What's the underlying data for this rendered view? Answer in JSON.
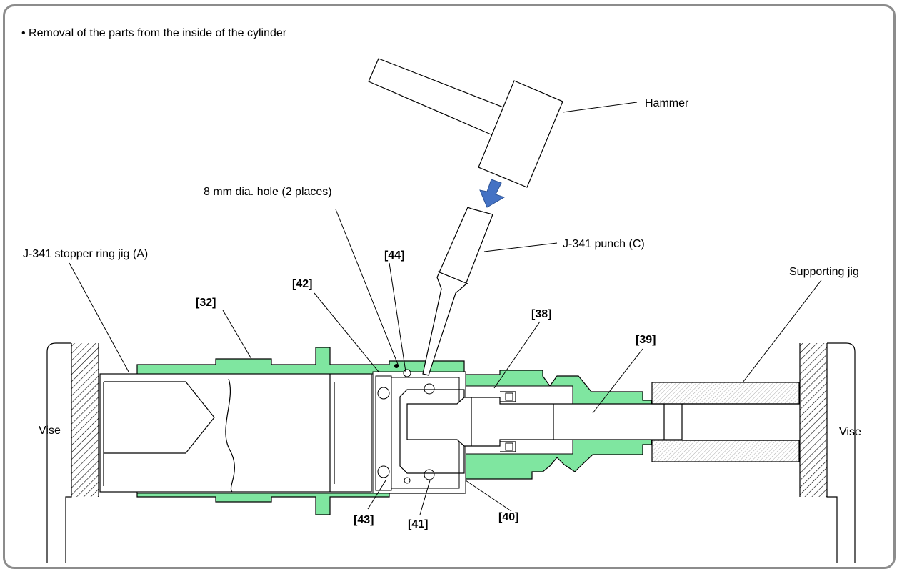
{
  "title": "• Removal of the parts from the inside of the cylinder",
  "labels": {
    "hammer": "Hammer",
    "hole": "8 mm dia. hole (2 places)",
    "punch": "J-341 punch (C)",
    "stopper_jig": "J-341 stopper ring jig (A)",
    "supporting_jig": "Supporting jig",
    "vise_left": "Vise",
    "vise_right": "Vise"
  },
  "parts": {
    "p32": "[32]",
    "p38": "[38]",
    "p39": "[39]",
    "p40": "[40]",
    "p41": "[41]",
    "p42": "[42]",
    "p43": "[43]",
    "p44": "[44]"
  },
  "colors": {
    "part_green": "#7fe6a0",
    "arrow_blue": "#4472c4",
    "frame_gray": "#8c8c8c"
  }
}
